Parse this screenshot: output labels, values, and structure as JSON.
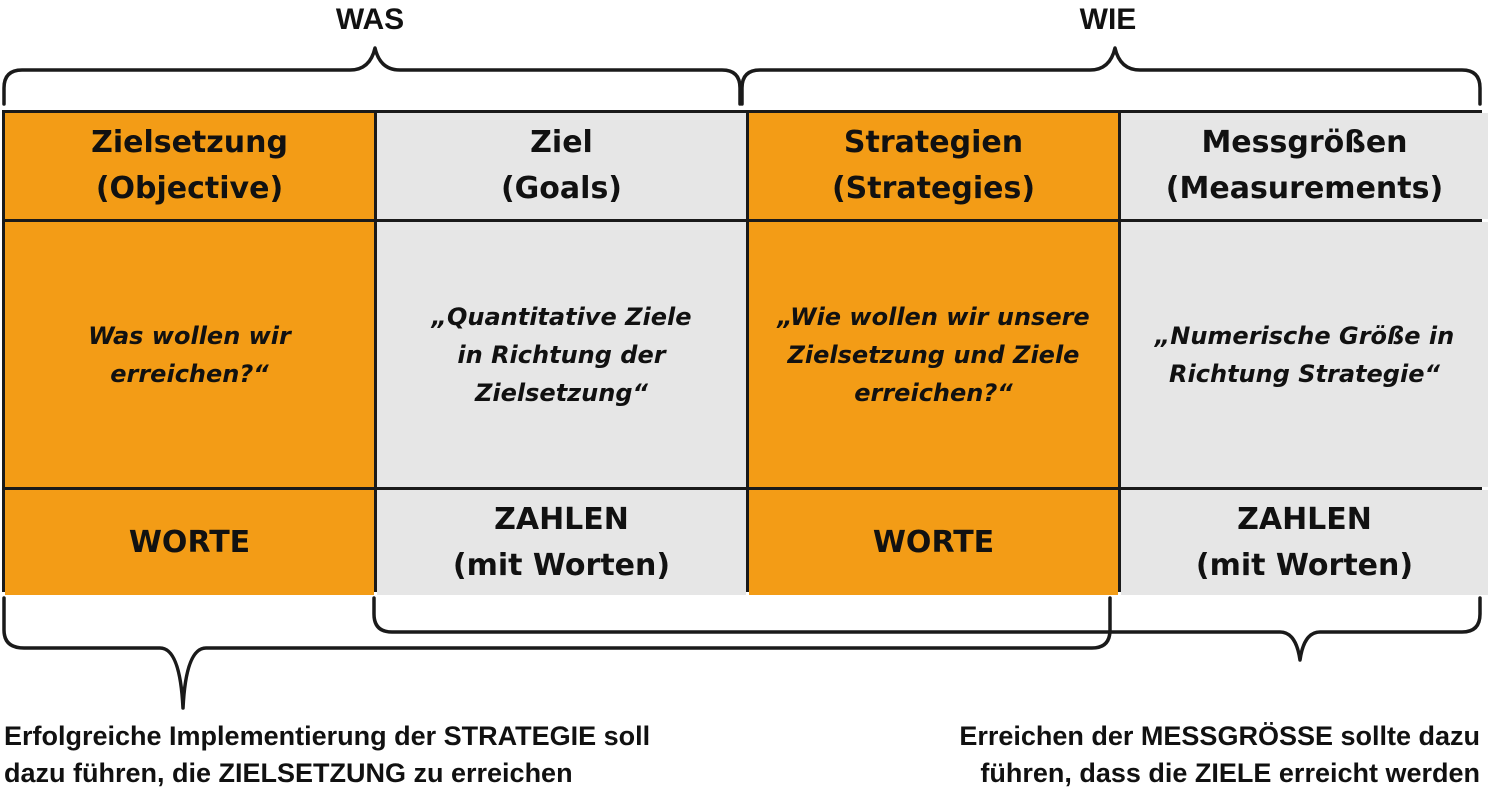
{
  "top_labels": {
    "left": "WAS",
    "right": "WIE"
  },
  "columns": [
    {
      "color": "#f39c16",
      "header": [
        "Zielsetzung",
        "(Objective)"
      ],
      "question": [
        "Was wollen wir",
        "erreichen?“"
      ],
      "footer": [
        "WORTE"
      ]
    },
    {
      "color": "#e6e6e6",
      "header": [
        "Ziel",
        "(Goals)"
      ],
      "question": [
        "„Quantitative Ziele",
        "in Richtung der",
        "Zielsetzung“"
      ],
      "footer": [
        "ZAHLEN",
        "(mit Worten)"
      ]
    },
    {
      "color": "#f39c16",
      "header": [
        "Strategien",
        "(Strategies)"
      ],
      "question": [
        "„Wie wollen wir unsere",
        "Zielsetzung und Ziele",
        "erreichen?“"
      ],
      "footer": [
        "WORTE"
      ]
    },
    {
      "color": "#e6e6e6",
      "header": [
        "Messgrößen",
        "(Measurements)"
      ],
      "question": [
        "„Numerische Größe in",
        "Richtung Strategie“"
      ],
      "footer": [
        "ZAHLEN",
        "(mit Worten)"
      ]
    }
  ],
  "captions": {
    "left": [
      "Erfolgreiche Implementierung der STRATEGIE soll",
      "dazu führen, die ZIELSETZUNG zu erreichen"
    ],
    "right": [
      "Erreichen der MESSGRÖSSE sollte dazu",
      "führen, dass die ZIELE erreicht werden"
    ]
  }
}
